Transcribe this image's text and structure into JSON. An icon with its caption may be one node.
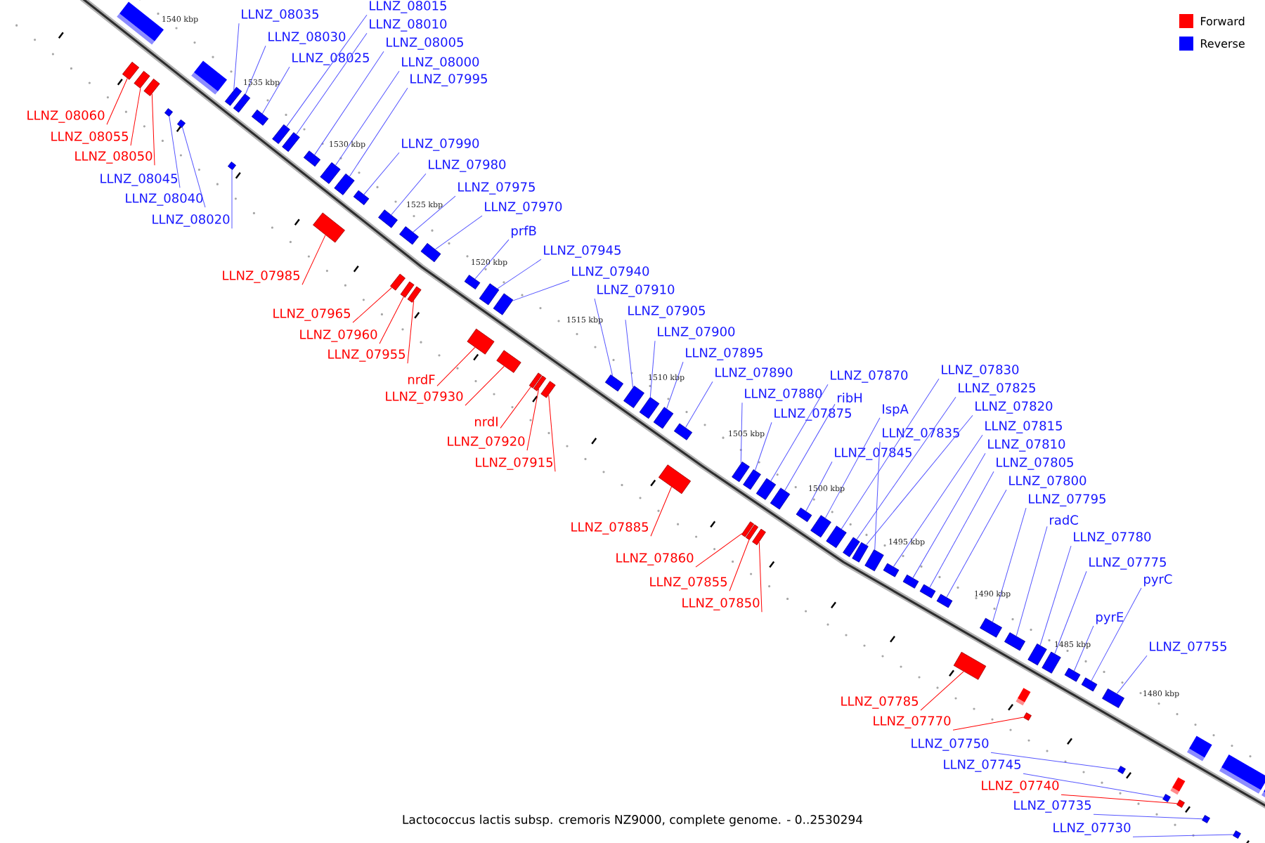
{
  "diagram": {
    "caption": "Lactococcus lactis subsp. cremoris NZ9000, complete genome. - 0..2530294",
    "nodes": [
      {
        "text": [
          "LLNZ_08015"
        ]
      },
      {
        "text": [
          "LLNZ_08035"
        ]
      },
      {
        "text": [
          "LLNZ_08010"
        ]
      },
      {
        "text": [
          "LLNZ_08030"
        ]
      },
      {
        "text": [
          "LLNZ_08005"
        ]
      },
      {
        "text": [
          "LLNZ_08025"
        ]
      },
      {
        "text": [
          "LLNZ_08000"
        ]
      },
      {
        "text": [
          "LLNZ_07995"
        ]
      },
      {
        "text": [
          "LLNZ_08060"
        ]
      },
      {
        "text": [
          "LLNZ_08055"
        ]
      },
      {
        "text": [
          "LLNZ_07990"
        ]
      },
      {
        "text": [
          "LLNZ_08050"
        ]
      },
      {
        "text": [
          "LLNZ_07980"
        ]
      },
      {
        "text": [
          "LLNZ_08045"
        ]
      },
      {
        "text": [
          "LLNZ_07975"
        ]
      },
      {
        "text": [
          "LLNZ_08040"
        ]
      },
      {
        "text": [
          "LLNZ_07970"
        ]
      },
      {
        "text": [
          "LLNZ_08020"
        ]
      },
      {
        "text": [
          "prfB"
        ]
      },
      {
        "text": [
          "LLNZ_07945"
        ]
      },
      {
        "text": [
          "LLNZ_07940"
        ]
      },
      {
        "text": [
          "LLNZ_07985"
        ]
      },
      {
        "text": [
          "LLNZ_07910"
        ]
      },
      {
        "text": [
          "LLNZ_07905"
        ]
      },
      {
        "text": [
          "LLNZ_07965"
        ]
      },
      {
        "text": [
          "LLNZ_07900"
        ]
      },
      {
        "text": [
          "LLNZ_07960"
        ]
      },
      {
        "text": [
          "LLNZ_07895"
        ]
      },
      {
        "text": [
          "LLNZ_07955"
        ]
      },
      {
        "text": [
          "LLNZ_07890"
        ]
      },
      {
        "text": [
          "LLNZ_07830"
        ]
      },
      {
        "text": [
          "LLNZ_07870"
        ]
      },
      {
        "text": [
          "nrdF"
        ]
      },
      {
        "text": [
          "LLNZ_07825"
        ]
      },
      {
        "text": [
          "LLNZ_07880"
        ]
      },
      {
        "text": [
          "ribH"
        ]
      },
      {
        "text": [
          "LLNZ_07930"
        ]
      },
      {
        "text": [
          "LLNZ_07820"
        ]
      },
      {
        "text": [
          "IspA"
        ]
      },
      {
        "text": [
          "LLNZ_07875"
        ]
      },
      {
        "text": [
          "nrdI"
        ]
      },
      {
        "text": [
          "LLNZ_07815"
        ]
      },
      {
        "text": [
          "LLNZ_07835"
        ]
      },
      {
        "text": [
          "LLNZ_07920"
        ]
      },
      {
        "text": [
          "LLNZ_07810"
        ]
      },
      {
        "text": [
          "LLNZ_07845"
        ]
      },
      {
        "text": [
          "LLNZ_07805"
        ]
      },
      {
        "text": [
          "LLNZ_07915"
        ]
      },
      {
        "text": [
          "LLNZ_07800"
        ]
      },
      {
        "text": [
          "LLNZ_07795"
        ]
      },
      {
        "text": [
          "radC"
        ]
      },
      {
        "text": [
          "LLNZ_07885"
        ]
      },
      {
        "text": [
          "LLNZ_07780"
        ]
      },
      {
        "text": [
          "LLNZ_07860"
        ]
      },
      {
        "text": [
          "LLNZ_07775"
        ]
      },
      {
        "text": [
          "pyrC"
        ]
      },
      {
        "text": [
          "LLNZ_07855"
        ]
      },
      {
        "text": [
          "LLNZ_07850"
        ]
      },
      {
        "text": [
          "pyrE"
        ]
      },
      {
        "text": [
          "LLNZ_07755"
        ]
      },
      {
        "text": [
          "LLNZ_07785"
        ]
      },
      {
        "text": [
          "LLNZ_07770"
        ]
      },
      {
        "text": [
          "LLNZ_07750"
        ]
      },
      {
        "text": [
          "LLNZ_07745"
        ]
      },
      {
        "text": [
          "LLNZ_07740"
        ]
      },
      {
        "text": [
          "LLNZ_07735"
        ]
      },
      {
        "text": [
          "LLNZ_07730"
        ]
      },
      {
        "text": [],
        "shape": "box"
      },
      {
        "text": [],
        "shape": "box"
      },
      {
        "text": [],
        "shape": "box"
      },
      {
        "text": [],
        "shape": "box"
      },
      {
        "text": [],
        "shape": "box"
      },
      {
        "text": [],
        "shape": "box"
      },
      {
        "text": [],
        "shape": "box"
      },
      {
        "text": [],
        "shape": "box"
      },
      {
        "text": [],
        "shape": "box"
      },
      {
        "text": [],
        "shape": "box"
      },
      {
        "text": [],
        "shape": "box"
      },
      {
        "text": [],
        "shape": "box"
      },
      {
        "text": [],
        "shape": "box"
      },
      {
        "text": [],
        "shape": "box"
      },
      {
        "text": [],
        "shape": "box"
      },
      {
        "text": [],
        "shape": "box"
      },
      {
        "text": [],
        "shape": "box"
      },
      {
        "text": [],
        "shape": "box"
      },
      {
        "text": [],
        "shape": "box"
      },
      {
        "text": [],
        "shape": "box"
      },
      {
        "text": [],
        "shape": "box"
      },
      {
        "text": [],
        "shape": "box"
      },
      {
        "text": [],
        "shape": "box"
      },
      {
        "text": [],
        "shape": "box"
      },
      {
        "text": [],
        "shape": "box"
      },
      {
        "text": [],
        "shape": "box"
      },
      {
        "text": [],
        "shape": "box"
      },
      {
        "text": [],
        "shape": "box"
      },
      {
        "text": [],
        "shape": "box"
      },
      {
        "text": [],
        "shape": "box"
      },
      {
        "text": [],
        "shape": "box"
      },
      {
        "text": [],
        "shape": "box"
      },
      {
        "text": [],
        "shape": "box"
      },
      {
        "text": [],
        "shape": "box"
      },
      {
        "text": [],
        "shape": "box"
      },
      {
        "text": [],
        "shape": "box"
      },
      {
        "text": [],
        "shape": "box"
      },
      {
        "text": [],
        "shape": "box"
      },
      {
        "text": [],
        "shape": "box"
      },
      {
        "text": [],
        "shape": "box"
      },
      {
        "text": [],
        "shape": "box"
      },
      {
        "text": [],
        "shape": "box"
      },
      {
        "text": [],
        "shape": "box"
      },
      {
        "text": [],
        "shape": "box"
      },
      {
        "text": [],
        "shape": "box"
      },
      {
        "text": [],
        "shape": "box"
      },
      {
        "text": [],
        "shape": "box"
      },
      {
        "text": [],
        "shape": "box"
      },
      {
        "text": [],
        "shape": "box"
      },
      {
        "text": [],
        "shape": "box"
      },
      {
        "text": [],
        "shape": "box"
      },
      {
        "text": [],
        "shape": "box"
      },
      {
        "text": [],
        "shape": "box"
      },
      {
        "text": [],
        "shape": "box"
      },
      {
        "text": [],
        "shape": "box"
      },
      {
        "text": [],
        "shape": "box"
      },
      {
        "text": [],
        "shape": "box"
      },
      {
        "text": [],
        "shape": "box"
      },
      {
        "text": [],
        "shape": "box"
      },
      {
        "text": [],
        "shape": "box"
      },
      {
        "text": [],
        "shape": "box"
      },
      {
        "text": [],
        "shape": "box"
      },
      {
        "text": [],
        "shape": "box"
      },
      {
        "text": [],
        "shape": "box"
      },
      {
        "text": [],
        "shape": "box"
      },
      {
        "text": [],
        "shape": "box"
      },
      {
        "text": [],
        "shape": "box"
      }
    ],
    "edges": [
      {
        "from": 0,
        "to": 76,
        "arrow": "none"
      },
      {
        "from": 1,
        "to": 72,
        "arrow": "none"
      },
      {
        "from": 2,
        "to": 77,
        "arrow": "none"
      },
      {
        "from": 3,
        "to": 74,
        "arrow": "none"
      },
      {
        "from": 4,
        "to": 78,
        "arrow": "none"
      },
      {
        "from": 5,
        "to": 75,
        "arrow": "none"
      },
      {
        "from": 6,
        "to": 79,
        "arrow": "none"
      },
      {
        "from": 7,
        "to": 80,
        "arrow": "none"
      },
      {
        "from": 8,
        "to": 67,
        "arrow": "none",
        "color": "#ff0000"
      },
      {
        "from": 9,
        "to": 68,
        "arrow": "none",
        "color": "#ff0000"
      },
      {
        "from": 10,
        "to": 82,
        "arrow": "none"
      },
      {
        "from": 11,
        "to": 69,
        "arrow": "none",
        "color": "#ff0000"
      },
      {
        "from": 12,
        "to": 83,
        "arrow": "none"
      },
      {
        "from": 13,
        "to": 70,
        "arrow": "none"
      },
      {
        "from": 14,
        "to": 86,
        "arrow": "none"
      },
      {
        "from": 15,
        "to": 71,
        "arrow": "none"
      },
      {
        "from": 16,
        "to": 85,
        "arrow": "none"
      },
      {
        "from": 17,
        "to": 73,
        "arrow": "none"
      },
      {
        "from": 18,
        "to": 89,
        "arrow": "none"
      },
      {
        "from": 19,
        "to": 90,
        "arrow": "none"
      },
      {
        "from": 20,
        "to": 91,
        "arrow": "none"
      },
      {
        "from": 21,
        "to": 81,
        "arrow": "none",
        "color": "#ff0000"
      },
      {
        "from": 22,
        "to": 97,
        "arrow": "none"
      },
      {
        "from": 23,
        "to": 98,
        "arrow": "none"
      },
      {
        "from": 24,
        "to": 84,
        "arrow": "none",
        "color": "#ff0000"
      },
      {
        "from": 25,
        "to": 99,
        "arrow": "none"
      },
      {
        "from": 26,
        "to": 87,
        "arrow": "none",
        "color": "#ff0000"
      },
      {
        "from": 27,
        "to": 100,
        "arrow": "none"
      },
      {
        "from": 28,
        "to": 88,
        "arrow": "none",
        "color": "#ff0000"
      },
      {
        "from": 29,
        "to": 101,
        "arrow": "none"
      },
      {
        "from": 30,
        "to": 112,
        "arrow": "none"
      },
      {
        "from": 31,
        "to": 105,
        "arrow": "none"
      },
      {
        "from": 32,
        "to": 92,
        "arrow": "none",
        "color": "#ff0000"
      },
      {
        "from": 33,
        "to": 113,
        "arrow": "none"
      },
      {
        "from": 34,
        "to": 103,
        "arrow": "none"
      },
      {
        "from": 35,
        "to": 108,
        "arrow": "none"
      },
      {
        "from": 36,
        "to": 93,
        "arrow": "none",
        "color": "#ff0000"
      },
      {
        "from": 37,
        "to": 114,
        "arrow": "none"
      },
      {
        "from": 38,
        "to": 111,
        "arrow": "none"
      },
      {
        "from": 39,
        "to": 104,
        "arrow": "none"
      },
      {
        "from": 40,
        "to": 94,
        "arrow": "none",
        "color": "#ff0000"
      },
      {
        "from": 41,
        "to": 116,
        "arrow": "none"
      },
      {
        "from": 42,
        "to": 115,
        "arrow": "none"
      },
      {
        "from": 43,
        "to": 95,
        "arrow": "none",
        "color": "#ff0000"
      },
      {
        "from": 44,
        "to": 117,
        "arrow": "none"
      },
      {
        "from": 45,
        "to": 110,
        "arrow": "none"
      },
      {
        "from": 46,
        "to": 118,
        "arrow": "none"
      },
      {
        "from": 47,
        "to": 96,
        "arrow": "none",
        "color": "#ff0000"
      },
      {
        "from": 48,
        "to": 119,
        "arrow": "none"
      },
      {
        "from": 49,
        "to": 120,
        "arrow": "none"
      },
      {
        "from": 50,
        "to": 122,
        "arrow": "none"
      },
      {
        "from": 51,
        "to": 102,
        "arrow": "none",
        "color": "#ff0000"
      },
      {
        "from": 52,
        "to": 123,
        "arrow": "none"
      },
      {
        "from": 53,
        "to": 106,
        "arrow": "none",
        "color": "#ff0000"
      },
      {
        "from": 54,
        "to": 125,
        "arrow": "none"
      },
      {
        "from": 55,
        "to": 127,
        "arrow": "none"
      },
      {
        "from": 56,
        "to": 107,
        "arrow": "none",
        "color": "#ff0000"
      },
      {
        "from": 57,
        "to": 109,
        "arrow": "none",
        "color": "#ff0000"
      },
      {
        "from": 58,
        "to": 126,
        "arrow": "none"
      },
      {
        "from": 59,
        "to": 128,
        "arrow": "none"
      },
      {
        "from": 60,
        "to": 121,
        "arrow": "none",
        "color": "#ff0000"
      },
      {
        "from": 61,
        "to": 124,
        "arrow": "none",
        "color": "#ff0000"
      },
      {
        "from": 62,
        "to": 129,
        "arrow": "none"
      },
      {
        "from": 63,
        "to": 130,
        "arrow": "none"
      },
      {
        "from": 64,
        "to": 131,
        "arrow": "none",
        "color": "#ff0000"
      },
      {
        "from": 65,
        "to": 132,
        "arrow": "none"
      },
      {
        "from": 66,
        "to": 133,
        "arrow": "none"
      }
    ],
    "labels": [
      "1540 kbp",
      "1535 kbp",
      "1530 kbp",
      "1525 kbp",
      "1520 kbp",
      "1515 kbp",
      "1510 kbp",
      "1505 kbp",
      "1500 kbp",
      "1495 kbp",
      "1490 kbp",
      "1485 kbp",
      "1480 kbp"
    ],
    "legend": [
      {
        "text": "Forward",
        "color": "#ff0000"
      },
      {
        "text": "Reverse",
        "color": "#0000ff"
      }
    ]
  }
}
